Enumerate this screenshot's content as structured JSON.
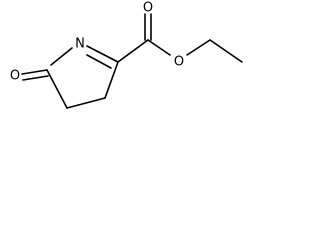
{
  "molecule": {
    "atoms": [
      {
        "symbol": "O"
      },
      {
        "symbol": "N"
      },
      {
        "symbol": "O"
      },
      {
        "symbol": "O"
      }
    ]
  }
}
